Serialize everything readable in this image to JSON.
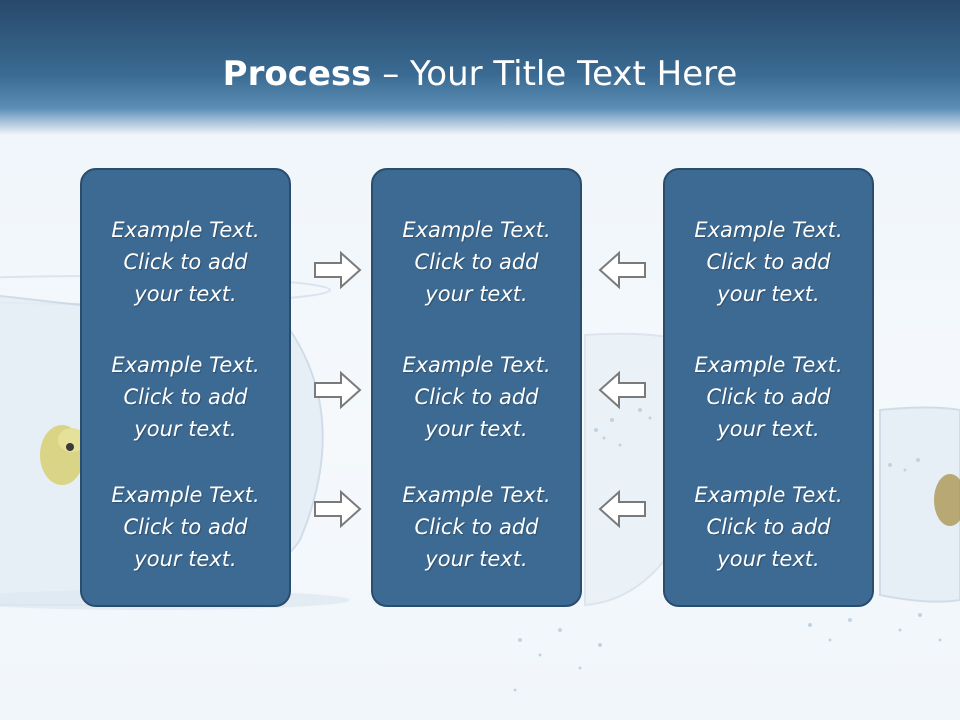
{
  "title": {
    "bold": "Process",
    "dash": " – ",
    "rest": "Your Title Text Here"
  },
  "columns": [
    {
      "cells": [
        {
          "l1": "Example Text.",
          "l2": "Click  to add",
          "l3": "your text."
        },
        {
          "l1": "Example Text.",
          "l2": "Click  to add",
          "l3": "your text."
        },
        {
          "l1": "Example Text.",
          "l2": "Click  to add",
          "l3": "your text."
        }
      ]
    },
    {
      "cells": [
        {
          "l1": "Example Text.",
          "l2": "Click  to add",
          "l3": "your text."
        },
        {
          "l1": "Example Text.",
          "l2": "Click  to add",
          "l3": "your text."
        },
        {
          "l1": "Example Text.",
          "l2": "Click  to add",
          "l3": "your text."
        }
      ]
    },
    {
      "cells": [
        {
          "l1": "Example Text.",
          "l2": "Click  to add",
          "l3": "your text."
        },
        {
          "l1": "Example Text.",
          "l2": "Click  to add",
          "l3": "your text."
        },
        {
          "l1": "Example Text.",
          "l2": "Click  to add",
          "l3": "your text."
        }
      ]
    }
  ],
  "arrows": {
    "left_group": "arrow-right-icon",
    "right_group": "arrow-left-icon"
  },
  "colors": {
    "panel_fill": "#3d6a92",
    "panel_border": "#2a4d6e",
    "header_dark": "#28496a",
    "arrow_stroke": "#7a7a7a",
    "arrow_fill": "#ffffff"
  }
}
